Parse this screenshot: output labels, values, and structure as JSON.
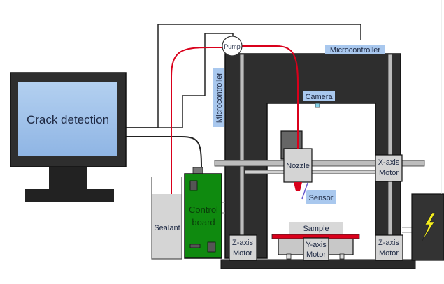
{
  "diagram": {
    "monitor": {
      "label": "Crack detection"
    },
    "pump": {
      "label": "Pump"
    },
    "microcontroller_vertical": {
      "label": "Microcontroller"
    },
    "microcontroller_top": {
      "label": "Microcontroller"
    },
    "camera": {
      "label": "Camera"
    },
    "nozzle": {
      "label": "Nozzle"
    },
    "sensor": {
      "label": "Sensor"
    },
    "sample": {
      "label": "Sample"
    },
    "x_axis_motor": {
      "line1": "X-axis",
      "line2": "Motor"
    },
    "y_axis_motor": {
      "line1": "Y-axis",
      "line2": "Motor"
    },
    "z_axis_motor_left": {
      "line1": "Z-axis",
      "line2": "Motor"
    },
    "z_axis_motor_right": {
      "line1": "Z-axis",
      "line2": "Motor"
    },
    "sealant": {
      "label": "Sealant"
    },
    "control_board": {
      "line1": "Control",
      "line2": "board"
    },
    "power_supply": {
      "icon": "lightning-bolt-icon"
    },
    "colors": {
      "frame": "#2e2e2e",
      "screen": "#a6c6ec",
      "label_bg": "#a9c8ee",
      "tube": "#d9001b",
      "board": "#0f8a0f",
      "motor_box": "#d4d4d4",
      "bolt": "#f5ee1e"
    }
  }
}
